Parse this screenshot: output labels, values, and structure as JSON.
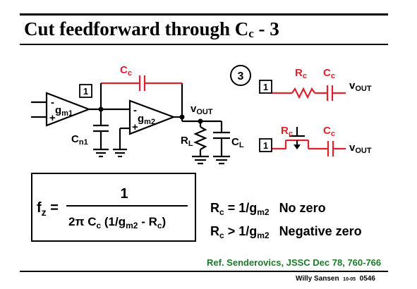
{
  "title": {
    "main": "Cut feedforward through C",
    "sub": "c",
    "suffix": " - 3"
  },
  "circuit": {
    "box_label": "1",
    "cc_main": "C",
    "cc_sub": "c",
    "gm1_main": "g",
    "gm1_sub": "m1",
    "gm2_main": "g",
    "gm2_sub": "m2",
    "minus": "-",
    "plus": "+",
    "cn1_main": "C",
    "cn1_sub": "n1",
    "vout_main": "v",
    "vout_sub": "OUT",
    "rl_main": "R",
    "rl_sub": "L",
    "cl_main": "C",
    "cl_sub": "L"
  },
  "option3": {
    "number": "3",
    "row1": {
      "box": "1",
      "rc_main": "R",
      "rc_sub": "c",
      "cc_main": "C",
      "cc_sub": "c",
      "vout_main": "v",
      "vout_sub": "OUT"
    },
    "row2": {
      "box": "1",
      "rc_main": "R",
      "rc_sub": "c",
      "cc_main": "C",
      "cc_sub": "c",
      "vout_main": "v",
      "vout_sub": "OUT"
    }
  },
  "formula": {
    "lhs_main": "f",
    "lhs_sub": "z",
    "eq": " =",
    "numerator": "1",
    "den_a": "2π C",
    "den_a_sub": "c",
    "den_b": " (1/g",
    "den_b_sub": "m2",
    "den_c": " - R",
    "den_c_sub": "c",
    "den_d": ")"
  },
  "conditions": [
    {
      "lhs": "R",
      "lhs_sub": "c",
      "op": " = 1/g",
      "rhs_sub": "m2",
      "result": "No zero"
    },
    {
      "lhs": "R",
      "lhs_sub": "c",
      "op": " > 1/g",
      "rhs_sub": "m2",
      "result": "Negative zero"
    }
  ],
  "reference": "Ref. Senderovics, JSSC Dec 78, 760-766",
  "footer": {
    "author": "Willy Sansen",
    "date": "10-05",
    "slide": "0546"
  },
  "colors": {
    "black": "#000000",
    "red": "#e0202a",
    "green": "#1a7a2a"
  }
}
